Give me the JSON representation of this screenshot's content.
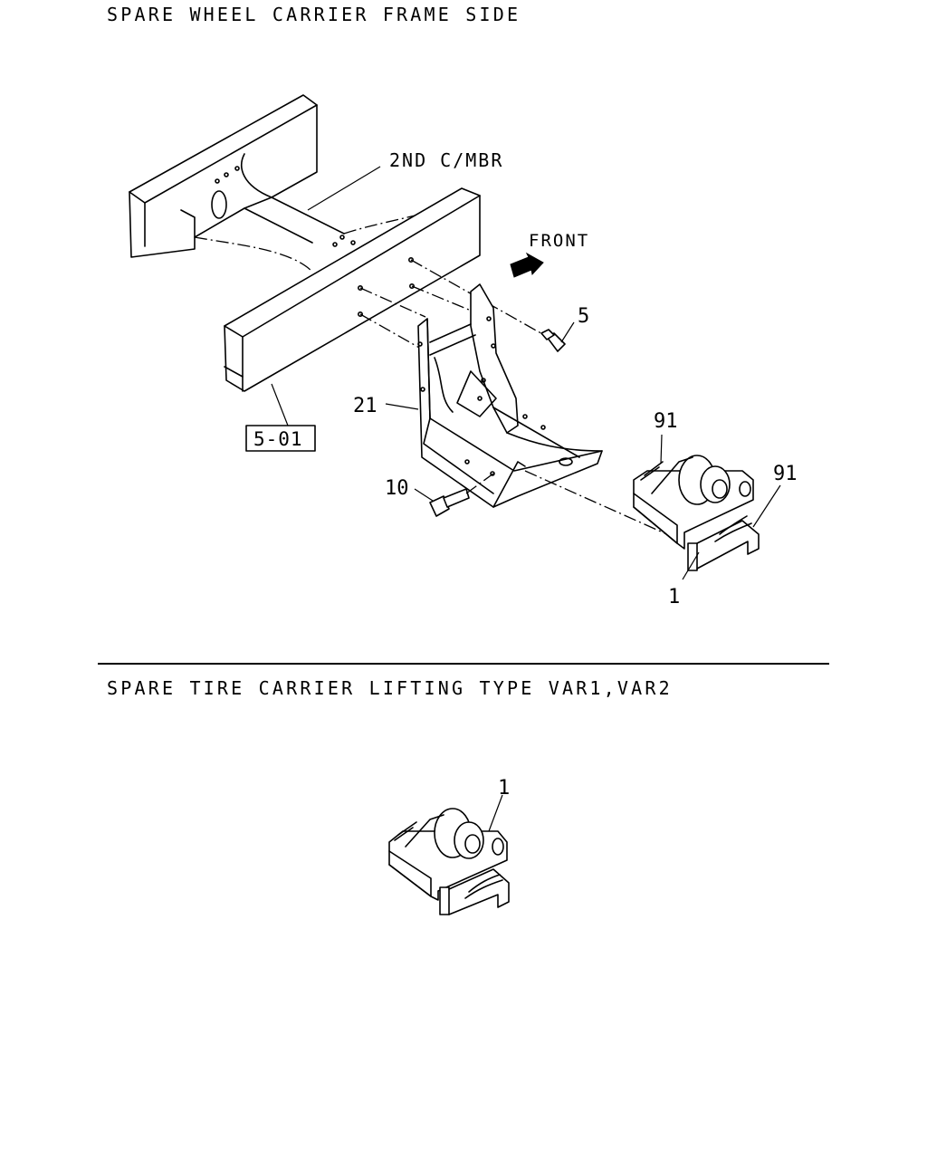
{
  "sections": [
    {
      "title": "SPARE WHEEL CARRIER FRAME SIDE"
    },
    {
      "title": "SPARE TIRE CARRIER LIFTING TYPE VAR1,VAR2"
    }
  ],
  "labels": {
    "crossmember": "2ND C/MBR",
    "front": "FRONT",
    "bolt_upper": "5",
    "bracket": "21",
    "frame_ref": "5-01",
    "bolt_lower": "10",
    "pin_left": "91",
    "pin_right": "91",
    "carrier": "1",
    "carrier_detail": "1"
  },
  "icons": [
    "front-arrow-icon"
  ]
}
